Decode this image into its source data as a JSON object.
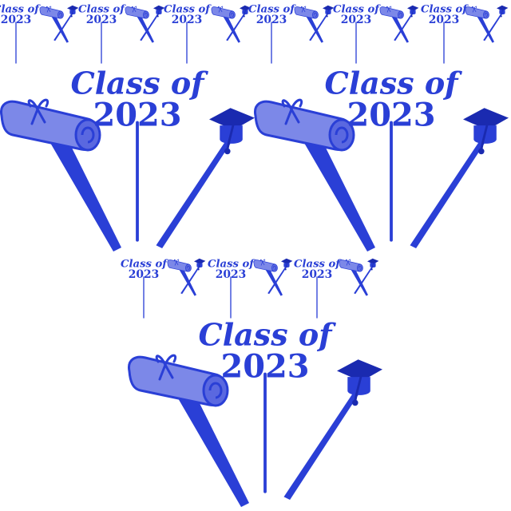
{
  "photo": {
    "background_color": "#ffffff",
    "colors": {
      "pick_blue": "#2a3fd6",
      "pick_dark": "#1a2ab0",
      "scroll_light": "#7c88e8",
      "scroll_mid": "#5a68e0"
    },
    "topper_text": {
      "line1": "Class of",
      "line2": "2023"
    },
    "items": [
      "class-of-2023-pick",
      "diploma-scroll-pick",
      "graduation-cap-pick"
    ]
  }
}
